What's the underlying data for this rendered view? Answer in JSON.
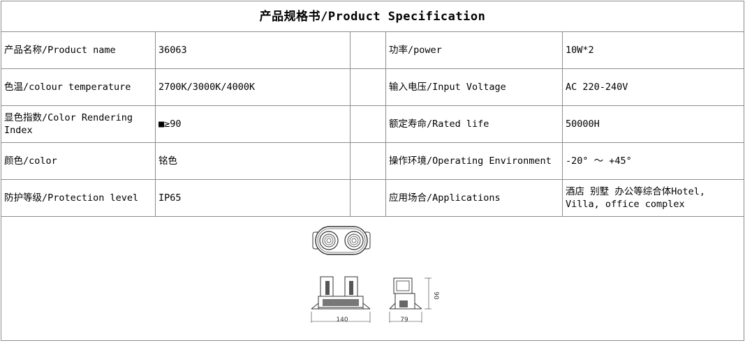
{
  "title": "产品规格书/Product Specification",
  "rows": [
    {
      "label1": "产品名称/Product name",
      "value1": "36063",
      "label2": "功率/power",
      "value2": "10W*2"
    },
    {
      "label1": "色温/colour temperature",
      "value1": "2700K/3000K/4000K",
      "label2": "输入电压/Input Voltage",
      "value2": "AC 220-240V"
    },
    {
      "label1": "显色指数/Color Rendering Index",
      "value1": "■≥90",
      "label2": "额定寿命/Rated life",
      "value2": "50000H"
    },
    {
      "label1": "颜色/color",
      "value1": "铭色",
      "label2": "操作环境/Operating Environment",
      "value2": "-20° ～ +45°"
    },
    {
      "label1": "防护等级/Protection level",
      "value1": "IP65",
      "label2": "应用场合/Applications",
      "value2": "酒店 别墅 办公等综合体Hotel, Villa, office complex"
    }
  ],
  "drawing": {
    "dim_width": "140",
    "dim_depth": "79",
    "dim_height": "90"
  }
}
